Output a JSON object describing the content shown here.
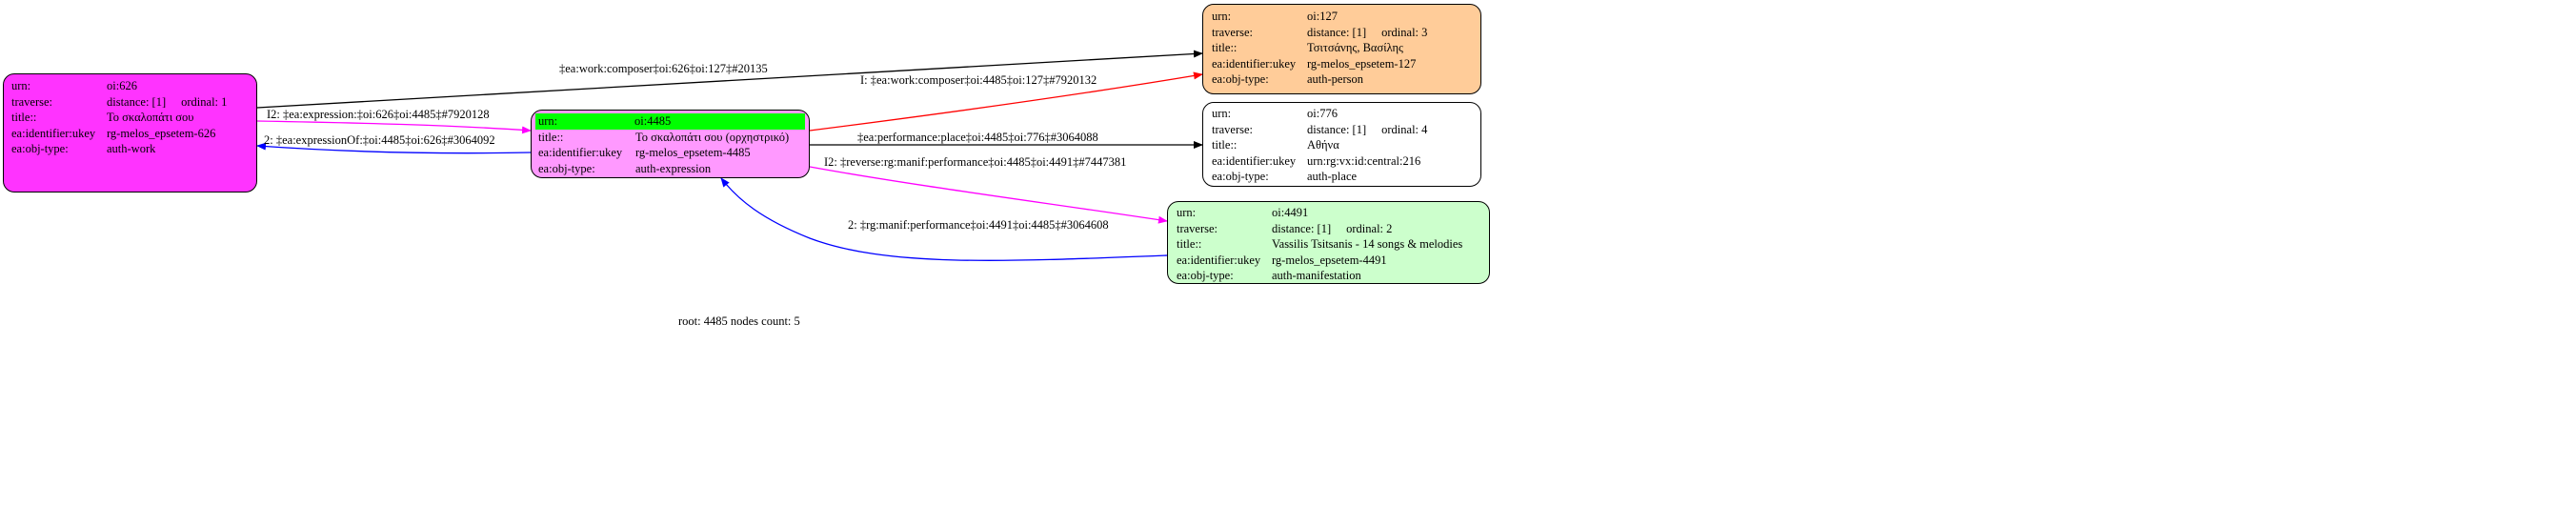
{
  "nodes": {
    "n626": {
      "urn_label": "urn:",
      "urn": "oi:626",
      "traverse_label": "traverse:",
      "distance": "distance: [1]",
      "ordinal": "ordinal: 1",
      "title_label": "title::",
      "title": "Το σκαλοπάτι σου",
      "ukey_label": "ea:identifier:ukey",
      "ukey": "rg-melos_epsetem-626",
      "type_label": "ea:obj-type:",
      "type": "auth-work",
      "color": "#ff33ff"
    },
    "n4485": {
      "urn_label": "urn:",
      "urn": "oi:4485",
      "title_label": "title::",
      "title": "Το σκαλοπάτι σου (ορχηστρικό)",
      "ukey_label": "ea:identifier:ukey",
      "ukey": "rg-melos_epsetem-4485",
      "type_label": "ea:obj-type:",
      "type": "auth-expression",
      "color": "#ff99ff"
    },
    "n127": {
      "urn_label": "urn:",
      "urn": "oi:127",
      "traverse_label": "traverse:",
      "distance": "distance: [1]",
      "ordinal": "ordinal: 3",
      "title_label": "title::",
      "title": "Τσιτσάνης, Βασίλης",
      "ukey_label": "ea:identifier:ukey",
      "ukey": "rg-melos_epsetem-127",
      "type_label": "ea:obj-type:",
      "type": "auth-person",
      "color": "#ffcc99"
    },
    "n776": {
      "urn_label": "urn:",
      "urn": "oi:776",
      "traverse_label": "traverse:",
      "distance": "distance: [1]",
      "ordinal": "ordinal: 4",
      "title_label": "title::",
      "title": "Αθήνα",
      "ukey_label": "ea:identifier:ukey",
      "ukey": "urn:rg:vx:id:central:216",
      "type_label": "ea:obj-type:",
      "type": "auth-place",
      "color": "#ffffff"
    },
    "n4491": {
      "urn_label": "urn:",
      "urn": "oi:4491",
      "traverse_label": "traverse:",
      "distance": "distance: [1]",
      "ordinal": "ordinal: 2",
      "title_label": "title::",
      "title": "Vassilis Tsitsanis - 14 songs & melodies",
      "ukey_label": "ea:identifier:ukey",
      "ukey": "rg-melos_epsetem-4491",
      "type_label": "ea:obj-type:",
      "type": "auth-manifestation",
      "color": "#ccffcc"
    }
  },
  "edges": [
    {
      "label": "‡ea:work:composer‡oi:626‡oi:127‡#20135",
      "color": "#000000"
    },
    {
      "label": "I: ‡ea:work:composer‡oi:4485‡oi:127‡#7920132",
      "color": "#ff0000"
    },
    {
      "label": "I2: ‡ea:expression:‡oi:626‡oi:4485‡#7920128",
      "color": "#ff00ff"
    },
    {
      "label": "2: ‡ea:expressionOf:‡oi:4485‡oi:626‡#3064092",
      "color": "#0000ff"
    },
    {
      "label": "‡ea:performance:place‡oi:4485‡oi:776‡#3064088",
      "color": "#000000"
    },
    {
      "label": "I2: ‡reverse:rg:manif:performance‡oi:4485‡oi:4491‡#7447381",
      "color": "#ff00ff"
    },
    {
      "label": "2: ‡rg:manif:performance‡oi:4491‡oi:4485‡#3064608",
      "color": "#0000ff"
    }
  ],
  "footer": "root: 4485 nodes count: 5"
}
